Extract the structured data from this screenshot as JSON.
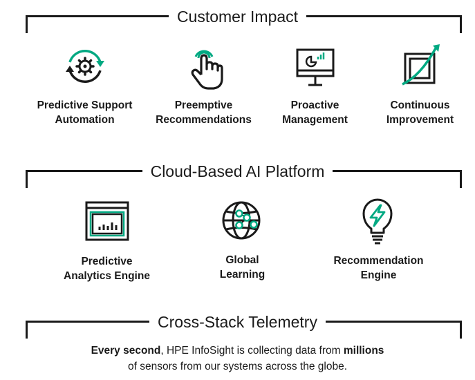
{
  "sections": {
    "customer_impact": {
      "title": "Customer Impact",
      "items": [
        {
          "label": "Predictive Support\nAutomation",
          "icon": "gear-cycle-icon"
        },
        {
          "label": "Preemptive\nRecommendations",
          "icon": "touch-hand-icon"
        },
        {
          "label": "Proactive\nManagement",
          "icon": "monitor-chart-icon"
        },
        {
          "label": "Continuous\nImprovement",
          "icon": "growth-arrow-icon"
        }
      ]
    },
    "cloud_ai": {
      "title": "Cloud-Based AI Platform",
      "items": [
        {
          "label": "Predictive\nAnalytics Engine",
          "icon": "analytics-window-icon"
        },
        {
          "label": "Global\nLearning",
          "icon": "globe-network-icon"
        },
        {
          "label": "Recommendation\nEngine",
          "icon": "lightbulb-bolt-icon"
        }
      ]
    },
    "telemetry": {
      "title": "Cross-Stack Telemetry",
      "line1_bold_a": "Every second",
      "line1_mid": ", HPE InfoSight is collecting data from ",
      "line1_bold_b": "millions",
      "line2": "of sensors from our systems across the globe."
    }
  },
  "colors": {
    "accent": "#01a982",
    "ink": "#1a1a1a"
  }
}
